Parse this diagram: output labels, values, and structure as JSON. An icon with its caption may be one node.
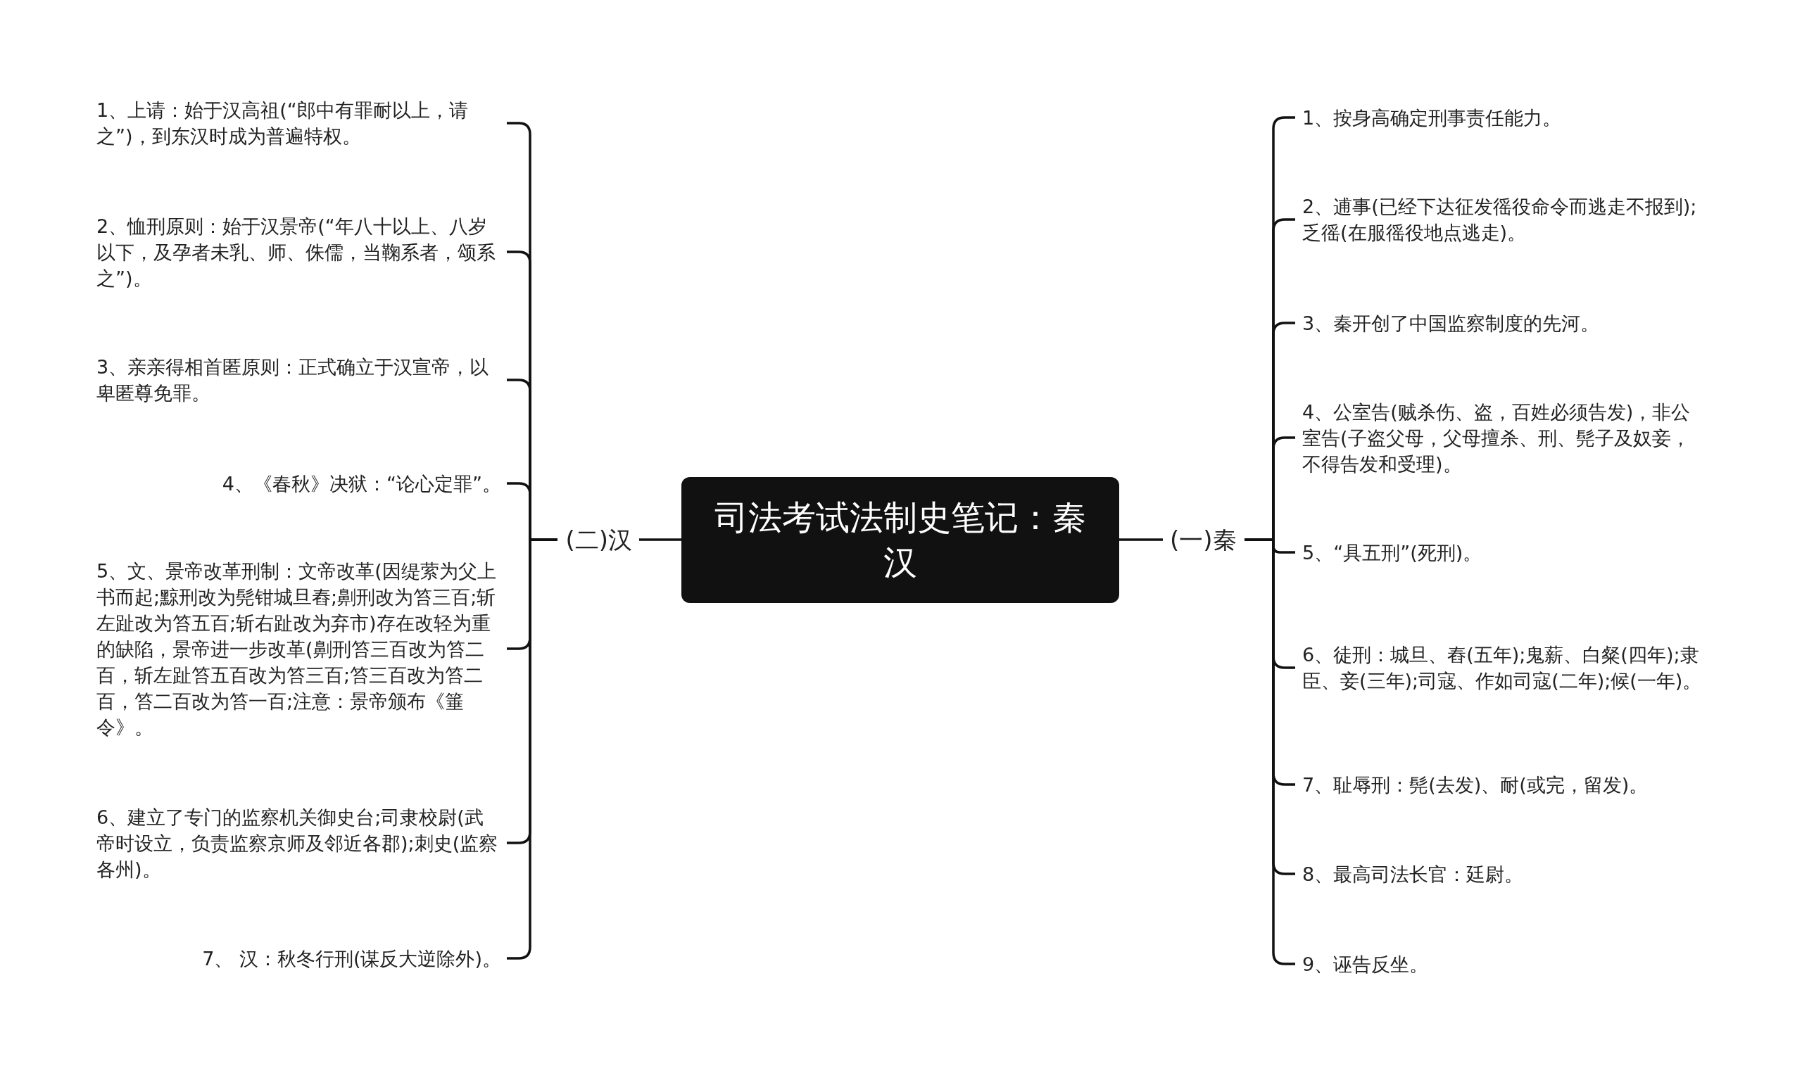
{
  "diagram": {
    "nodes": [
      {
        "text": [
          "司法考试法制史笔记：秦汉"
        ]
      },
      {
        "text": [
          "(一)秦"
        ]
      },
      {
        "text": [
          "1、按身高确定刑事责任能力。"
        ]
      },
      {
        "text": [
          "2、逋事(已经下达征发徭役命令而逃走不报到);乏徭(在服徭役地点逃走)。"
        ]
      },
      {
        "text": [
          "3、秦开创了中国监察制度的先河。"
        ]
      },
      {
        "text": [
          "4、公室告(贼杀伤、盗，百姓必须告发)，非公室告(子盗父母，父母擅杀、刑、髡子及奴妾，不得告发和受理)。"
        ]
      },
      {
        "text": [
          "5、“具五刑”(死刑)。"
        ]
      },
      {
        "text": [
          "6、徒刑：城旦、舂(五年);鬼薪、白粲(四年);隶臣、妾(三年);司寇、作如司寇(二年);候(一年)。"
        ]
      },
      {
        "text": [
          "7、耻辱刑：髡(去发)、耐(或完，留发)。"
        ]
      },
      {
        "text": [
          "8、最高司法长官：廷尉。"
        ]
      },
      {
        "text": [
          "9、诬告反坐。"
        ]
      },
      {
        "text": [
          "(二)汉"
        ]
      },
      {
        "text": [
          "1、上请：始于汉高祖(“郎中有罪耐以上，请之”)，到东汉时成为普遍特权。"
        ]
      },
      {
        "text": [
          "2、恤刑原则：始于汉景帝(“年八十以上、八岁以下，及孕者未乳、师、侏儒，当鞠系者，颂系之”)。"
        ]
      },
      {
        "text": [
          "3、亲亲得相首匿原则：正式确立于汉宣帝，以卑匿尊免罪。"
        ]
      },
      {
        "text": [
          "4、《春秋》决狱：“论心定罪”。"
        ]
      },
      {
        "text": [
          "5、文、景帝改革刑制：文帝改革(因缇萦为父上书而起;黥刑改为髡钳城旦舂;劓刑改为笞三百;斩左趾改为笞五百;斩右趾改为弃市)存在改轻为重的缺陷，景帝进一步改革(劓刑笞三百改为笞二百，斩左趾笞五百改为笞三百;笞三百改为笞二百，笞二百改为笞一百;注意：景帝颁布《箠令》。"
        ]
      },
      {
        "text": [
          "6、建立了专门的监察机关御史台;司隶校尉(武帝时设立，负责监察京师及邻近各郡);刺史(监察各州)。"
        ]
      },
      {
        "text": [
          "7、 汉：秋冬行刑(谋反大逆除外)。"
        ]
      }
    ],
    "edges": [
      {
        "from": 0,
        "to": 1,
        "arrow": "none"
      },
      {
        "from": 1,
        "to": 2,
        "arrow": "none"
      },
      {
        "from": 1,
        "to": 3,
        "arrow": "none"
      },
      {
        "from": 1,
        "to": 4,
        "arrow": "none"
      },
      {
        "from": 1,
        "to": 5,
        "arrow": "none"
      },
      {
        "from": 1,
        "to": 6,
        "arrow": "none"
      },
      {
        "from": 1,
        "to": 7,
        "arrow": "none"
      },
      {
        "from": 1,
        "to": 8,
        "arrow": "none"
      },
      {
        "from": 1,
        "to": 9,
        "arrow": "none"
      },
      {
        "from": 1,
        "to": 10,
        "arrow": "none"
      },
      {
        "from": 0,
        "to": 11,
        "arrow": "none"
      },
      {
        "from": 11,
        "to": 12,
        "arrow": "none"
      },
      {
        "from": 11,
        "to": 13,
        "arrow": "none"
      },
      {
        "from": 11,
        "to": 14,
        "arrow": "none"
      },
      {
        "from": 11,
        "to": 15,
        "arrow": "none"
      },
      {
        "from": 11,
        "to": 16,
        "arrow": "none"
      },
      {
        "from": 11,
        "to": 17,
        "arrow": "none"
      },
      {
        "from": 11,
        "to": 18,
        "arrow": "none"
      }
    ]
  }
}
